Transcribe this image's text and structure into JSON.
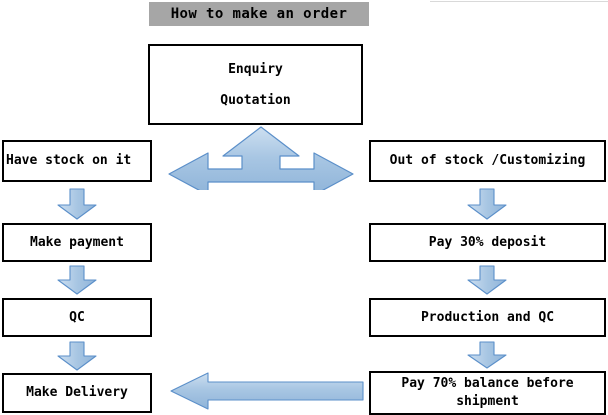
{
  "page": {
    "title": "How to make an order",
    "background_color": "#ffffff"
  },
  "banner": {
    "label": "How to make an order",
    "background_color": "#a6a6a6",
    "text_color": "#000000"
  },
  "theme": {
    "arrow_fill_light": "#c5d9ed",
    "arrow_fill_mid": "#9dbfde",
    "arrow_fill_dark": "#8fb4d9",
    "arrow_stroke": "#5b8fc9",
    "box_border": "#000000",
    "box_fill": "#ffffff",
    "text_color": "#000000"
  },
  "flow": {
    "start": {
      "name": "enquiry-quotation",
      "line1": "Enquiry",
      "line2": "Quotation"
    },
    "branches": [
      {
        "id": "in-stock",
        "label": "Have stock on it",
        "align": "left",
        "steps": [
          {
            "id": "make-payment",
            "label": "Make payment"
          },
          {
            "id": "qc",
            "label": "QC"
          },
          {
            "id": "make-delivery",
            "label": "Make Delivery"
          }
        ]
      },
      {
        "id": "out-of-stock",
        "label": "Out of stock /Customizing",
        "align": "center",
        "steps": [
          {
            "id": "pay-deposit",
            "label": "Pay 30% deposit"
          },
          {
            "id": "production-qc",
            "label": "Production and QC"
          },
          {
            "id": "pay-balance",
            "label": "Pay 70% balance before\nshipment"
          }
        ]
      }
    ],
    "connectors": [
      {
        "id": "triple-arrow",
        "icon": "arrow-up-left-right-icon",
        "directions": [
          "up",
          "left",
          "right"
        ]
      },
      {
        "id": "left-arrow-1",
        "icon": "arrow-down-icon",
        "directions": [
          "down"
        ]
      },
      {
        "id": "left-arrow-2",
        "icon": "arrow-down-icon",
        "directions": [
          "down"
        ]
      },
      {
        "id": "left-arrow-3",
        "icon": "arrow-down-icon",
        "directions": [
          "down"
        ]
      },
      {
        "id": "right-arrow-1",
        "icon": "arrow-down-icon",
        "directions": [
          "down"
        ]
      },
      {
        "id": "right-arrow-2",
        "icon": "arrow-down-icon",
        "directions": [
          "down"
        ]
      },
      {
        "id": "right-arrow-3",
        "icon": "arrow-down-icon",
        "directions": [
          "down"
        ]
      },
      {
        "id": "bottom-arrow",
        "icon": "arrow-left-icon",
        "directions": [
          "left"
        ]
      }
    ]
  }
}
